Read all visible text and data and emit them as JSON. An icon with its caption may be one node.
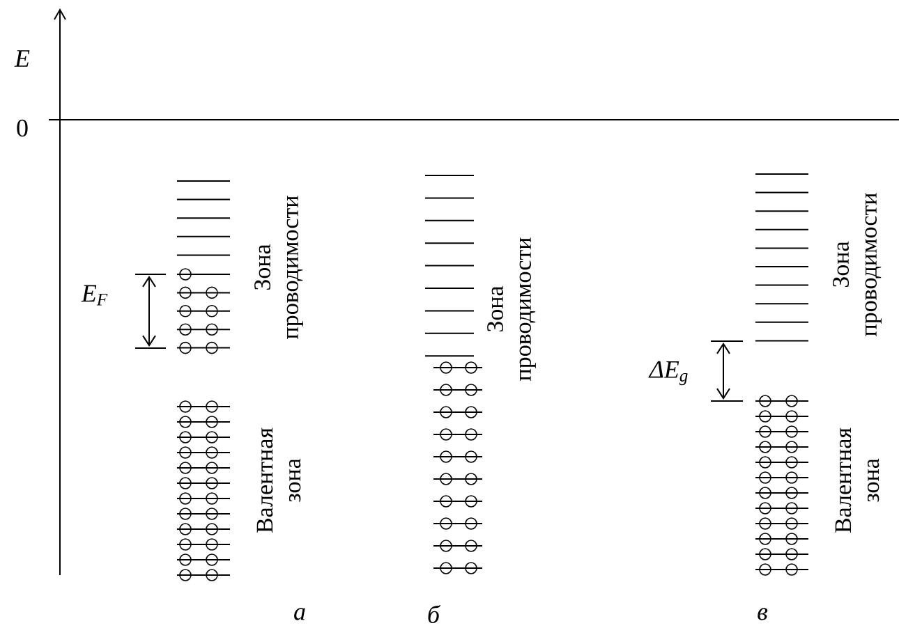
{
  "diagram": {
    "labels": [
      "E",
      "0",
      "Зона проводимости",
      "E$_{F}$",
      "Валентная зона",
      "Зона проводимости",
      "Зона проводимости",
      "ΔE$_{g}$",
      "Валентная зона",
      "а",
      "б",
      "в"
    ]
  }
}
